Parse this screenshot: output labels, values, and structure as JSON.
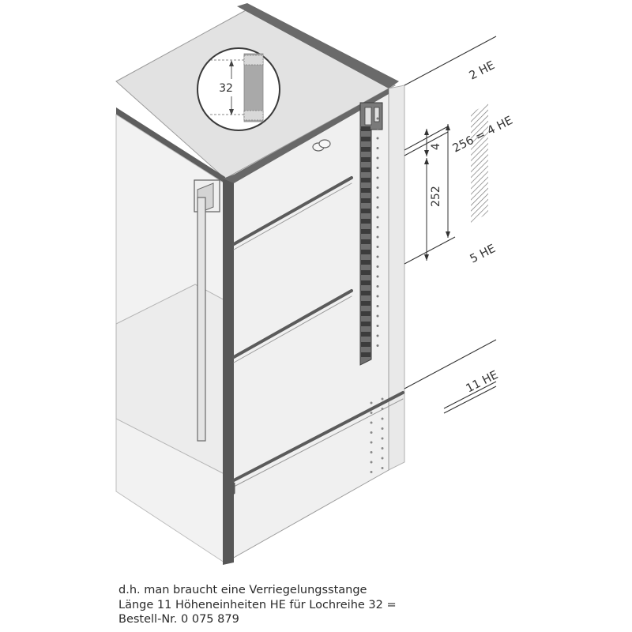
{
  "detail": {
    "hole_pitch": "32"
  },
  "dimensions": {
    "he_2": "2 HE",
    "he_256": "256 = 4 HE",
    "dim_4": "4",
    "dim_252": "252",
    "he_5": "5 HE",
    "he_11": "11 HE"
  },
  "caption": {
    "line1": "d.h. man braucht eine Verriegelungsstange",
    "line2": "Länge 11 Höheneinheiten HE für Lochreihe 32 =",
    "line3": "Bestell-Nr. 0 075 879"
  }
}
